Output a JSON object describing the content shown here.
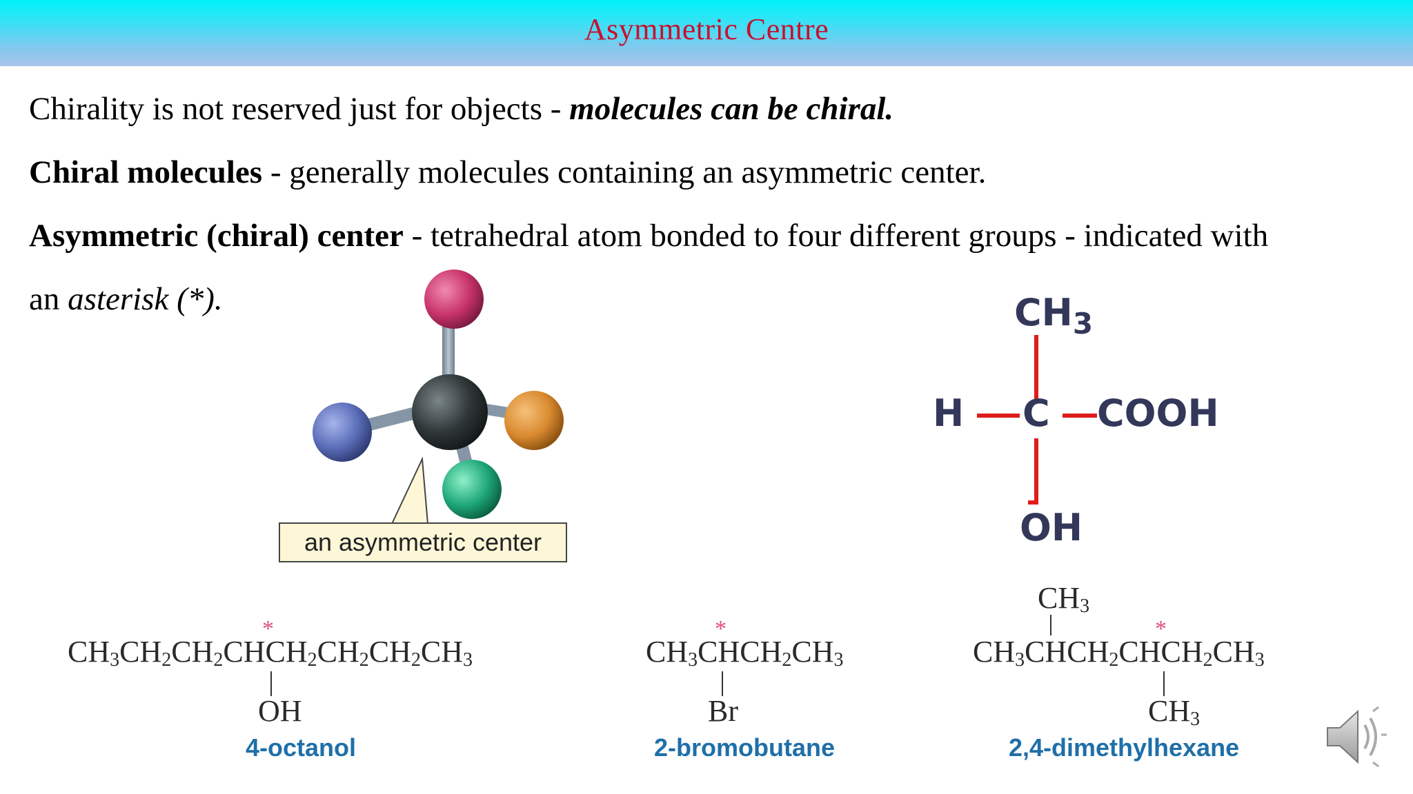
{
  "slide": {
    "title": "Asymmetric Centre",
    "line1": {
      "normal": "Chirality is not reserved just for objects - ",
      "bold_italic": "molecules can be chiral."
    },
    "line2": {
      "bold": "Chiral molecules",
      "normal": " - generally molecules containing an asymmetric center."
    },
    "line3": {
      "bold": "Asymmetric (chiral) center",
      "normal": " - tetrahedral atom bonded to four different groups - indicated with"
    },
    "line4": {
      "normal": "an ",
      "italic": "asterisk (*)."
    }
  },
  "ball_model": {
    "callout_label": "an asymmetric center",
    "colors": {
      "center": "#2f3638",
      "top": "#c8336a",
      "left": "#5a6db8",
      "right": "#d98a2f",
      "front": "#1fa87a"
    }
  },
  "fischer": {
    "top": "CH3",
    "top_main": "CH",
    "top_sub": "3",
    "left": "H",
    "center": "C",
    "right": "COOH",
    "bottom": "OH",
    "bond_color": "#e01b1b"
  },
  "compounds": [
    {
      "name": "4-octanol",
      "star": "*",
      "substituent": "OH"
    },
    {
      "name": "2-bromobutane",
      "star": "*",
      "substituent": "Br"
    },
    {
      "name": "2,4-dimethylhexane",
      "star": "*",
      "top_substituent": "CH",
      "top_sub": "3",
      "bottom_substituent": "CH",
      "bottom_sub": "3"
    }
  ],
  "audio": {
    "icon": "speaker-icon"
  }
}
